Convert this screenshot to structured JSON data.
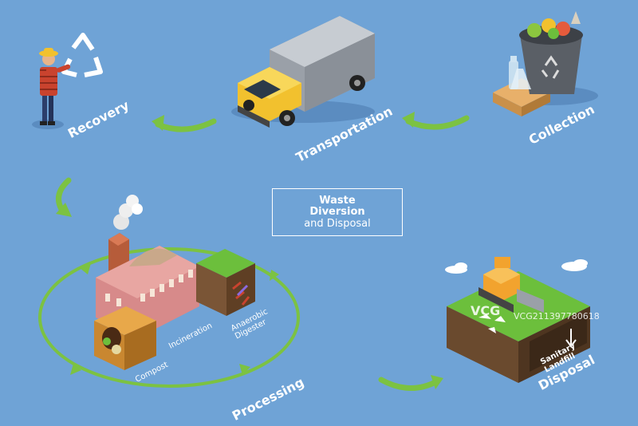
{
  "title": {
    "line1": "Waste",
    "line2": "Diversion",
    "line3": "and Disposal"
  },
  "stages": {
    "recovery": "Recovery",
    "transportation": "Transportation",
    "collection": "Collection",
    "processing": "Processing",
    "disposal": "Disposal"
  },
  "processing_methods": {
    "compost": "Compost",
    "incineration": "Incineration",
    "anaerobic_line1": "Anaerobic",
    "anaerobic_line2": "Digester"
  },
  "landfill": {
    "line1": "Sanitary",
    "line2": "Landfill"
  },
  "watermark": {
    "logo": "VCG",
    "id": "VCG211397780618"
  },
  "colors": {
    "background": "#6fa3d6",
    "arrow_green": "#7cc242",
    "truck_cab": "#f2c12e",
    "grass": "#6cbf3c",
    "soil": "#6a4a2e"
  }
}
